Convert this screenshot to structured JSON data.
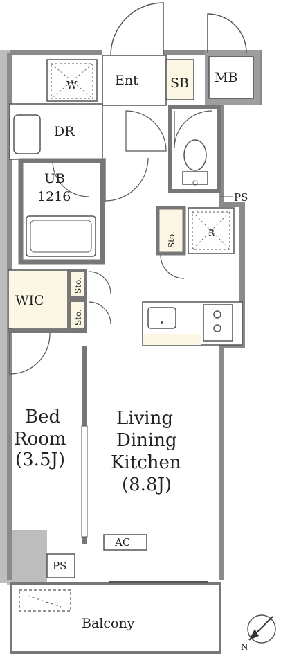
{
  "rooms": {
    "entrance": "Ent",
    "shoe_box": "SB",
    "meter_box": "MB",
    "washer": "W",
    "dressing_room": "DR",
    "unit_bath": "UB",
    "unit_bath_size": "1216",
    "storage": "Sto.",
    "refrigerator": "R",
    "pipe_space": "PS",
    "walk_in_closet": "WIC",
    "bedroom_line1": "Bed",
    "bedroom_line2": "Room",
    "bedroom_size": "(3.5J)",
    "ldk_line1": "Living",
    "ldk_line2": "Dining",
    "ldk_line3": "Kitchen",
    "ldk_size": "(8.8J)",
    "air_conditioner": "AC",
    "balcony": "Balcony"
  },
  "compass": {
    "north": "N"
  },
  "colors": {
    "wall": "#9e9e9e",
    "line": "#555555",
    "storage_fill": "#fbf7e4",
    "outside": "#bdbdbd"
  }
}
